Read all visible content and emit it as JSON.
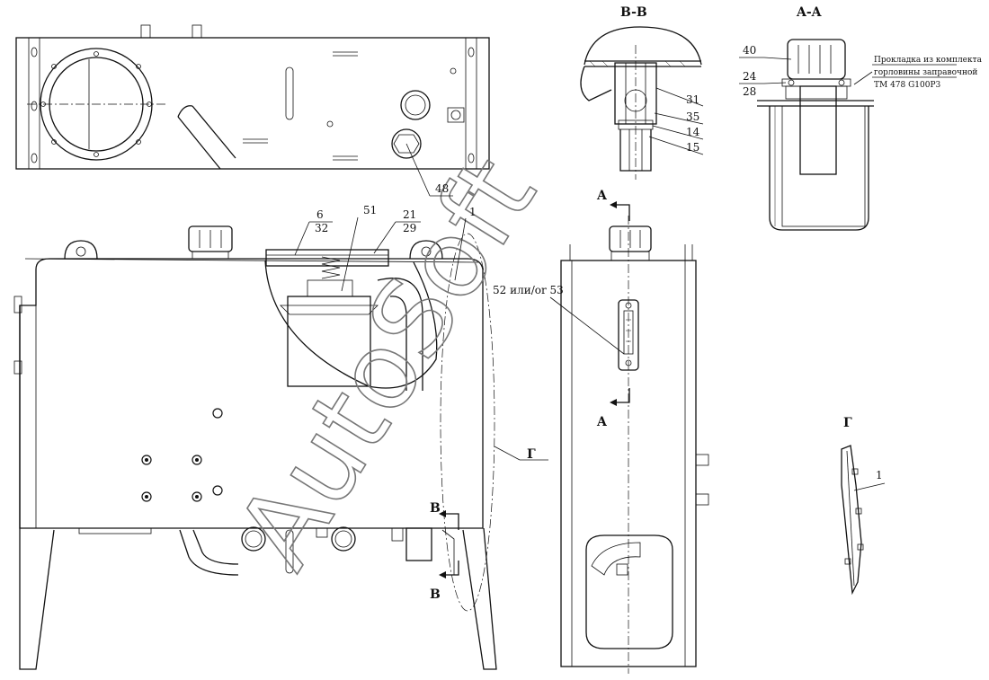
{
  "sections": {
    "bb": "B-B",
    "aa": "A-A",
    "g": "Г"
  },
  "cut_marks": {
    "a_top": "A",
    "a_bottom": "A",
    "b_top": "B",
    "b_bottom": "B",
    "g_leader": "Г"
  },
  "callouts": {
    "c48": "48",
    "c6": "6",
    "c32": "32",
    "c51": "51",
    "c21": "21",
    "c29": "29",
    "c1_main": "1",
    "c52": "52 или/or 53",
    "c31": "31",
    "c35": "35",
    "c14": "14",
    "c15": "15",
    "c40": "40",
    "c24": "24",
    "c28": "28",
    "c1_g": "1"
  },
  "gasket_note": {
    "line1": "Прокладка из комплекта",
    "line2": "горловины заправочной",
    "line3": "ТМ 478 G100P3"
  },
  "watermark": "AutoSoft"
}
